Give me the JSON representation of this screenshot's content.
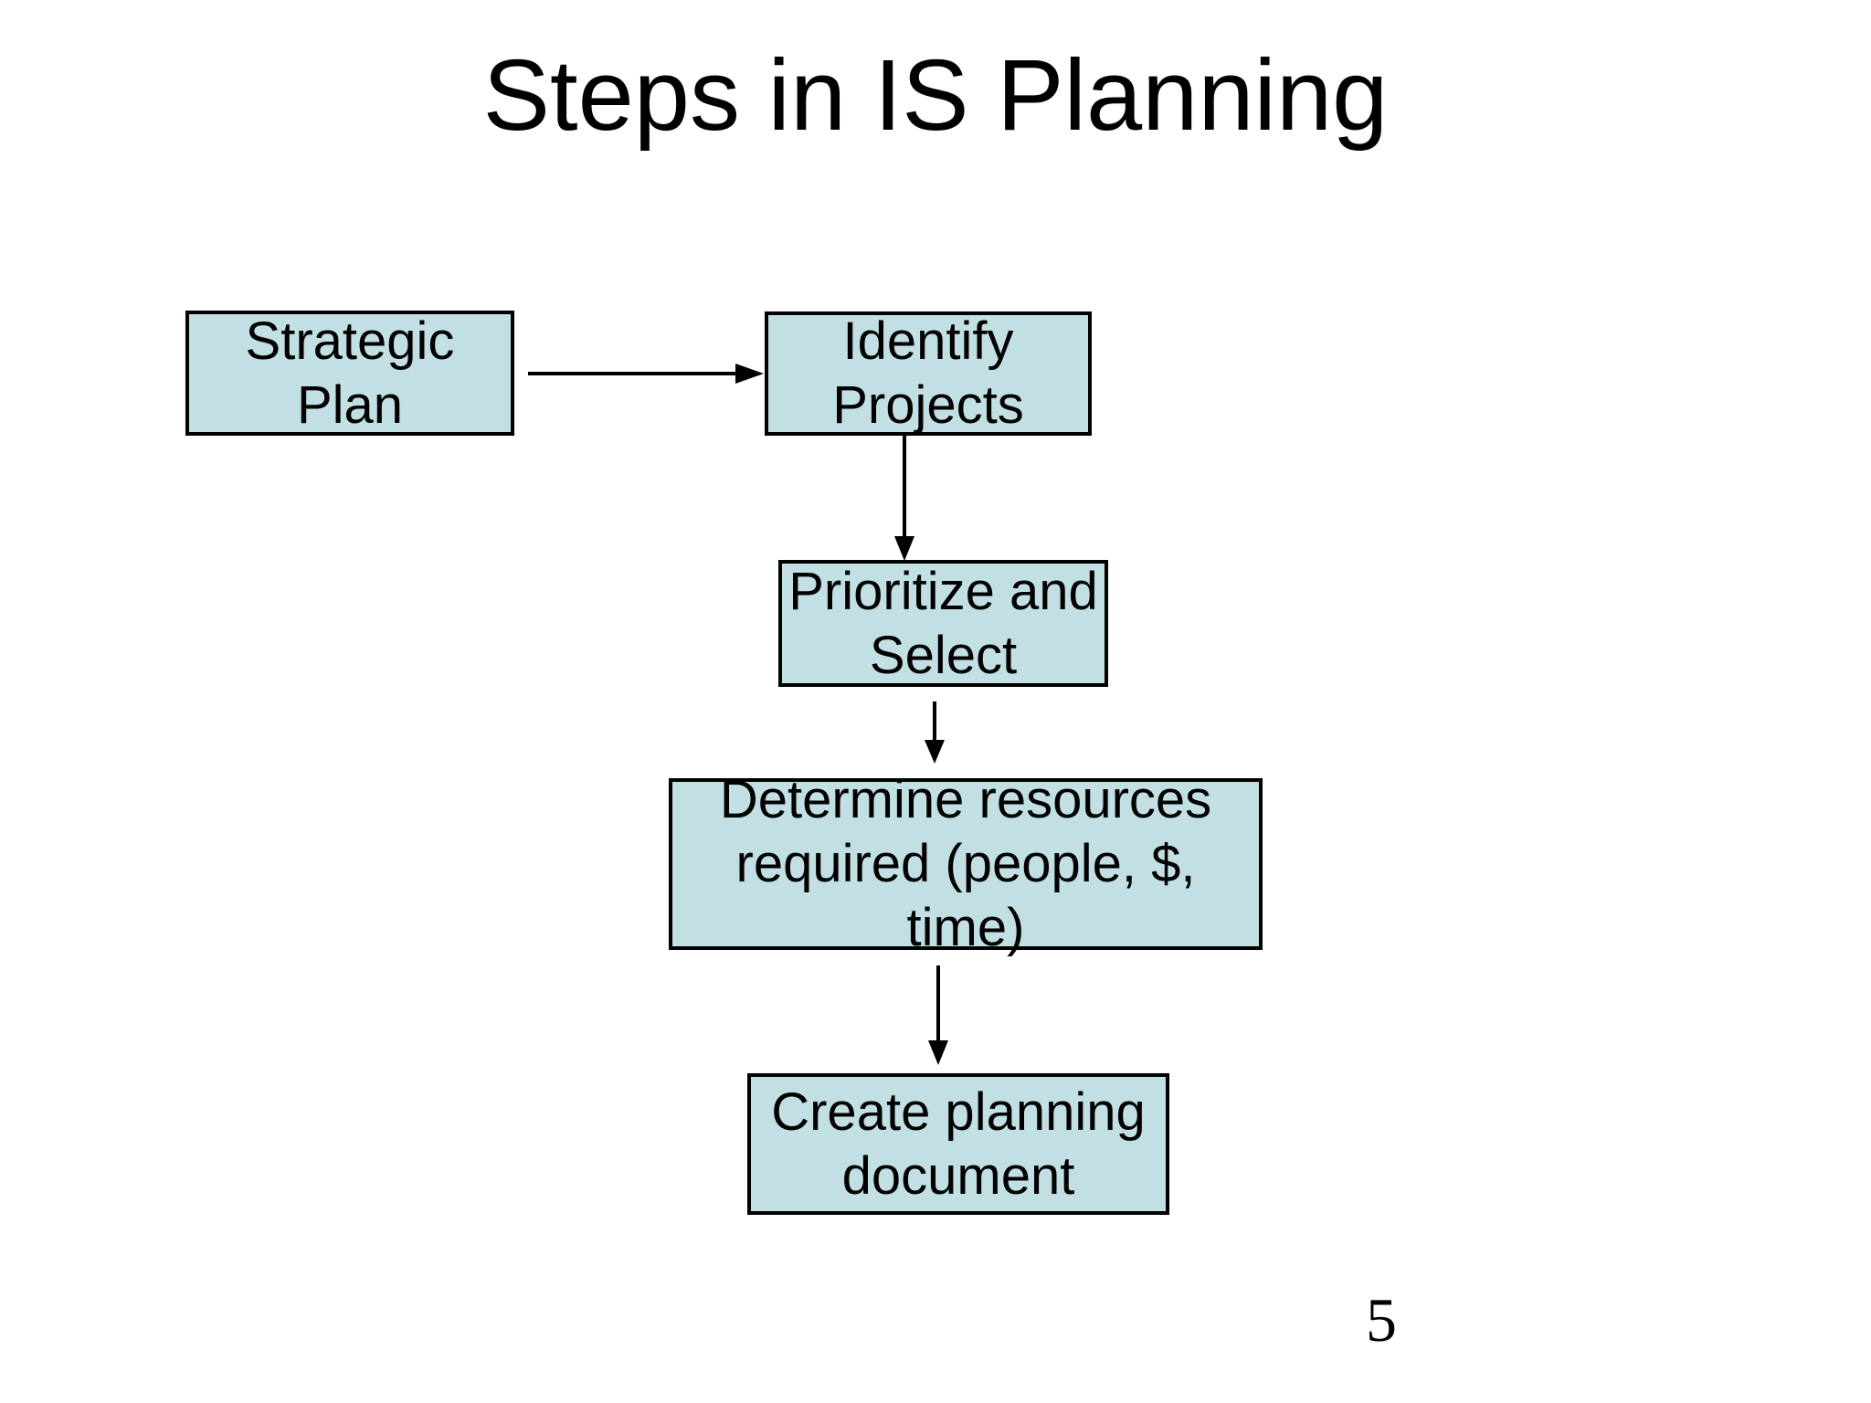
{
  "slide": {
    "title": "Steps in IS Planning",
    "page_number": "5",
    "colors": {
      "background": "#ffffff",
      "box_fill": "#c2e0e3",
      "box_border": "#000000",
      "text": "#000000",
      "arrow": "#000000"
    },
    "diagram": {
      "nodes": [
        {
          "id": "strategic-plan",
          "label": "Strategic Plan",
          "lines": [
            "Strategic Plan"
          ]
        },
        {
          "id": "identify-projects",
          "label": "Identify Projects",
          "lines": [
            "Identify",
            "Projects"
          ]
        },
        {
          "id": "prioritize-and-select",
          "label": "Prioritize and Select",
          "lines": [
            "Prioritize and",
            "Select"
          ]
        },
        {
          "id": "determine-resources",
          "label": "Determine resources required (people, $, time)",
          "lines": [
            "Determine resources",
            "required (people, $, time)"
          ]
        },
        {
          "id": "create-planning-document",
          "label": "Create planning document",
          "lines": [
            "Create planning",
            "document"
          ]
        }
      ],
      "edges": [
        {
          "from": "strategic-plan",
          "to": "identify-projects",
          "direction": "right"
        },
        {
          "from": "identify-projects",
          "to": "prioritize-and-select",
          "direction": "down"
        },
        {
          "from": "prioritize-and-select",
          "to": "determine-resources",
          "direction": "down"
        },
        {
          "from": "determine-resources",
          "to": "create-planning-document",
          "direction": "down"
        }
      ]
    }
  }
}
